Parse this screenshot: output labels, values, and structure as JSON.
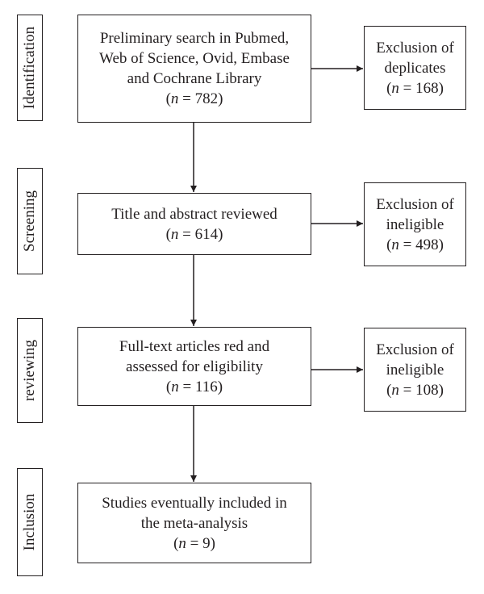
{
  "stages": [
    {
      "id": "identification",
      "label": "Identification"
    },
    {
      "id": "screening",
      "label": "Screening"
    },
    {
      "id": "reviewing",
      "label": "reviewing"
    },
    {
      "id": "inclusion",
      "label": "Inclusion"
    }
  ],
  "main_boxes": [
    {
      "id": "search",
      "lines": [
        "Preliminary search in Pubmed,",
        "Web of Science, Ovid, Embase",
        "and Cochrane Library"
      ],
      "n": "782"
    },
    {
      "id": "title-abstract",
      "lines": [
        "Title and abstract reviewed"
      ],
      "n": "614"
    },
    {
      "id": "full-text",
      "lines": [
        "Full-text articles red and",
        "assessed for eligibility"
      ],
      "n": "116"
    },
    {
      "id": "included",
      "lines": [
        "Studies eventually included in",
        "the meta-analysis"
      ],
      "n": "9"
    }
  ],
  "exclusion_boxes": [
    {
      "id": "duplicates",
      "lines": [
        "Exclusion of",
        "deplicates"
      ],
      "n": "168"
    },
    {
      "id": "ineligible-1",
      "lines": [
        "Exclusion of",
        "ineligible"
      ],
      "n": "498"
    },
    {
      "id": "ineligible-2",
      "lines": [
        "Exclusion of",
        "ineligible"
      ],
      "n": "108"
    }
  ],
  "n_label": "n",
  "n_eq": " = "
}
